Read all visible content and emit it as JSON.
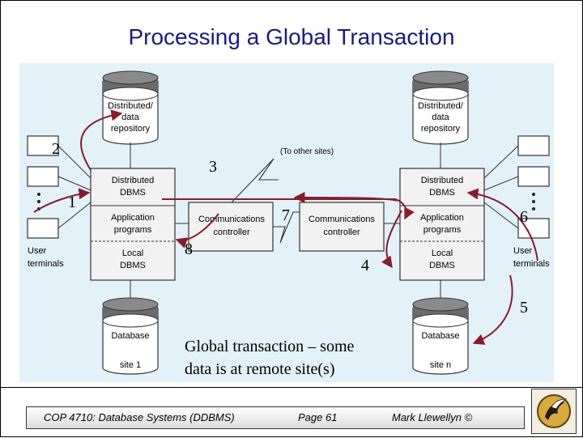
{
  "slide": {
    "title": "Processing a Global Transaction",
    "caption_line1": "Global transaction – some",
    "caption_line2": "data is at remote site(s)"
  },
  "diagram": {
    "left_site": {
      "repository": [
        "Distributed/",
        "data",
        "repository"
      ],
      "distributed_dbms": [
        "Distributed",
        "DBMS"
      ],
      "application_programs": [
        "Application",
        "programs"
      ],
      "local_dbms": [
        "Local",
        "DBMS"
      ],
      "database": [
        "Database",
        "site 1"
      ],
      "user_terminals": [
        "User",
        "terminals"
      ]
    },
    "right_site": {
      "repository": [
        "Distributed/",
        "data",
        "repository"
      ],
      "distributed_dbms": [
        "Distributed",
        "DBMS"
      ],
      "application_programs": [
        "Application",
        "programs"
      ],
      "local_dbms": [
        "Local",
        "DBMS"
      ],
      "database": [
        "Database",
        "site n"
      ],
      "user_terminals": [
        "User",
        "terminals"
      ]
    },
    "comm_controller": [
      "Communications",
      "controller"
    ],
    "other_sites_label": "(To other sites)",
    "step_labels": [
      "1",
      "2",
      "3",
      "4",
      "5",
      "6",
      "7",
      "8"
    ]
  },
  "footer": {
    "course": "COP 4710: Database Systems  (DDBMS)",
    "page": "Page 61",
    "author": "Mark Llewellyn ©"
  },
  "colors": {
    "title": "#1a1a8c",
    "panel": "#e3f1f8",
    "arrow": "#8b1a2a",
    "box_fill": "#f2f2f2"
  },
  "icons": [
    "ucf-pegasus-logo-icon"
  ]
}
